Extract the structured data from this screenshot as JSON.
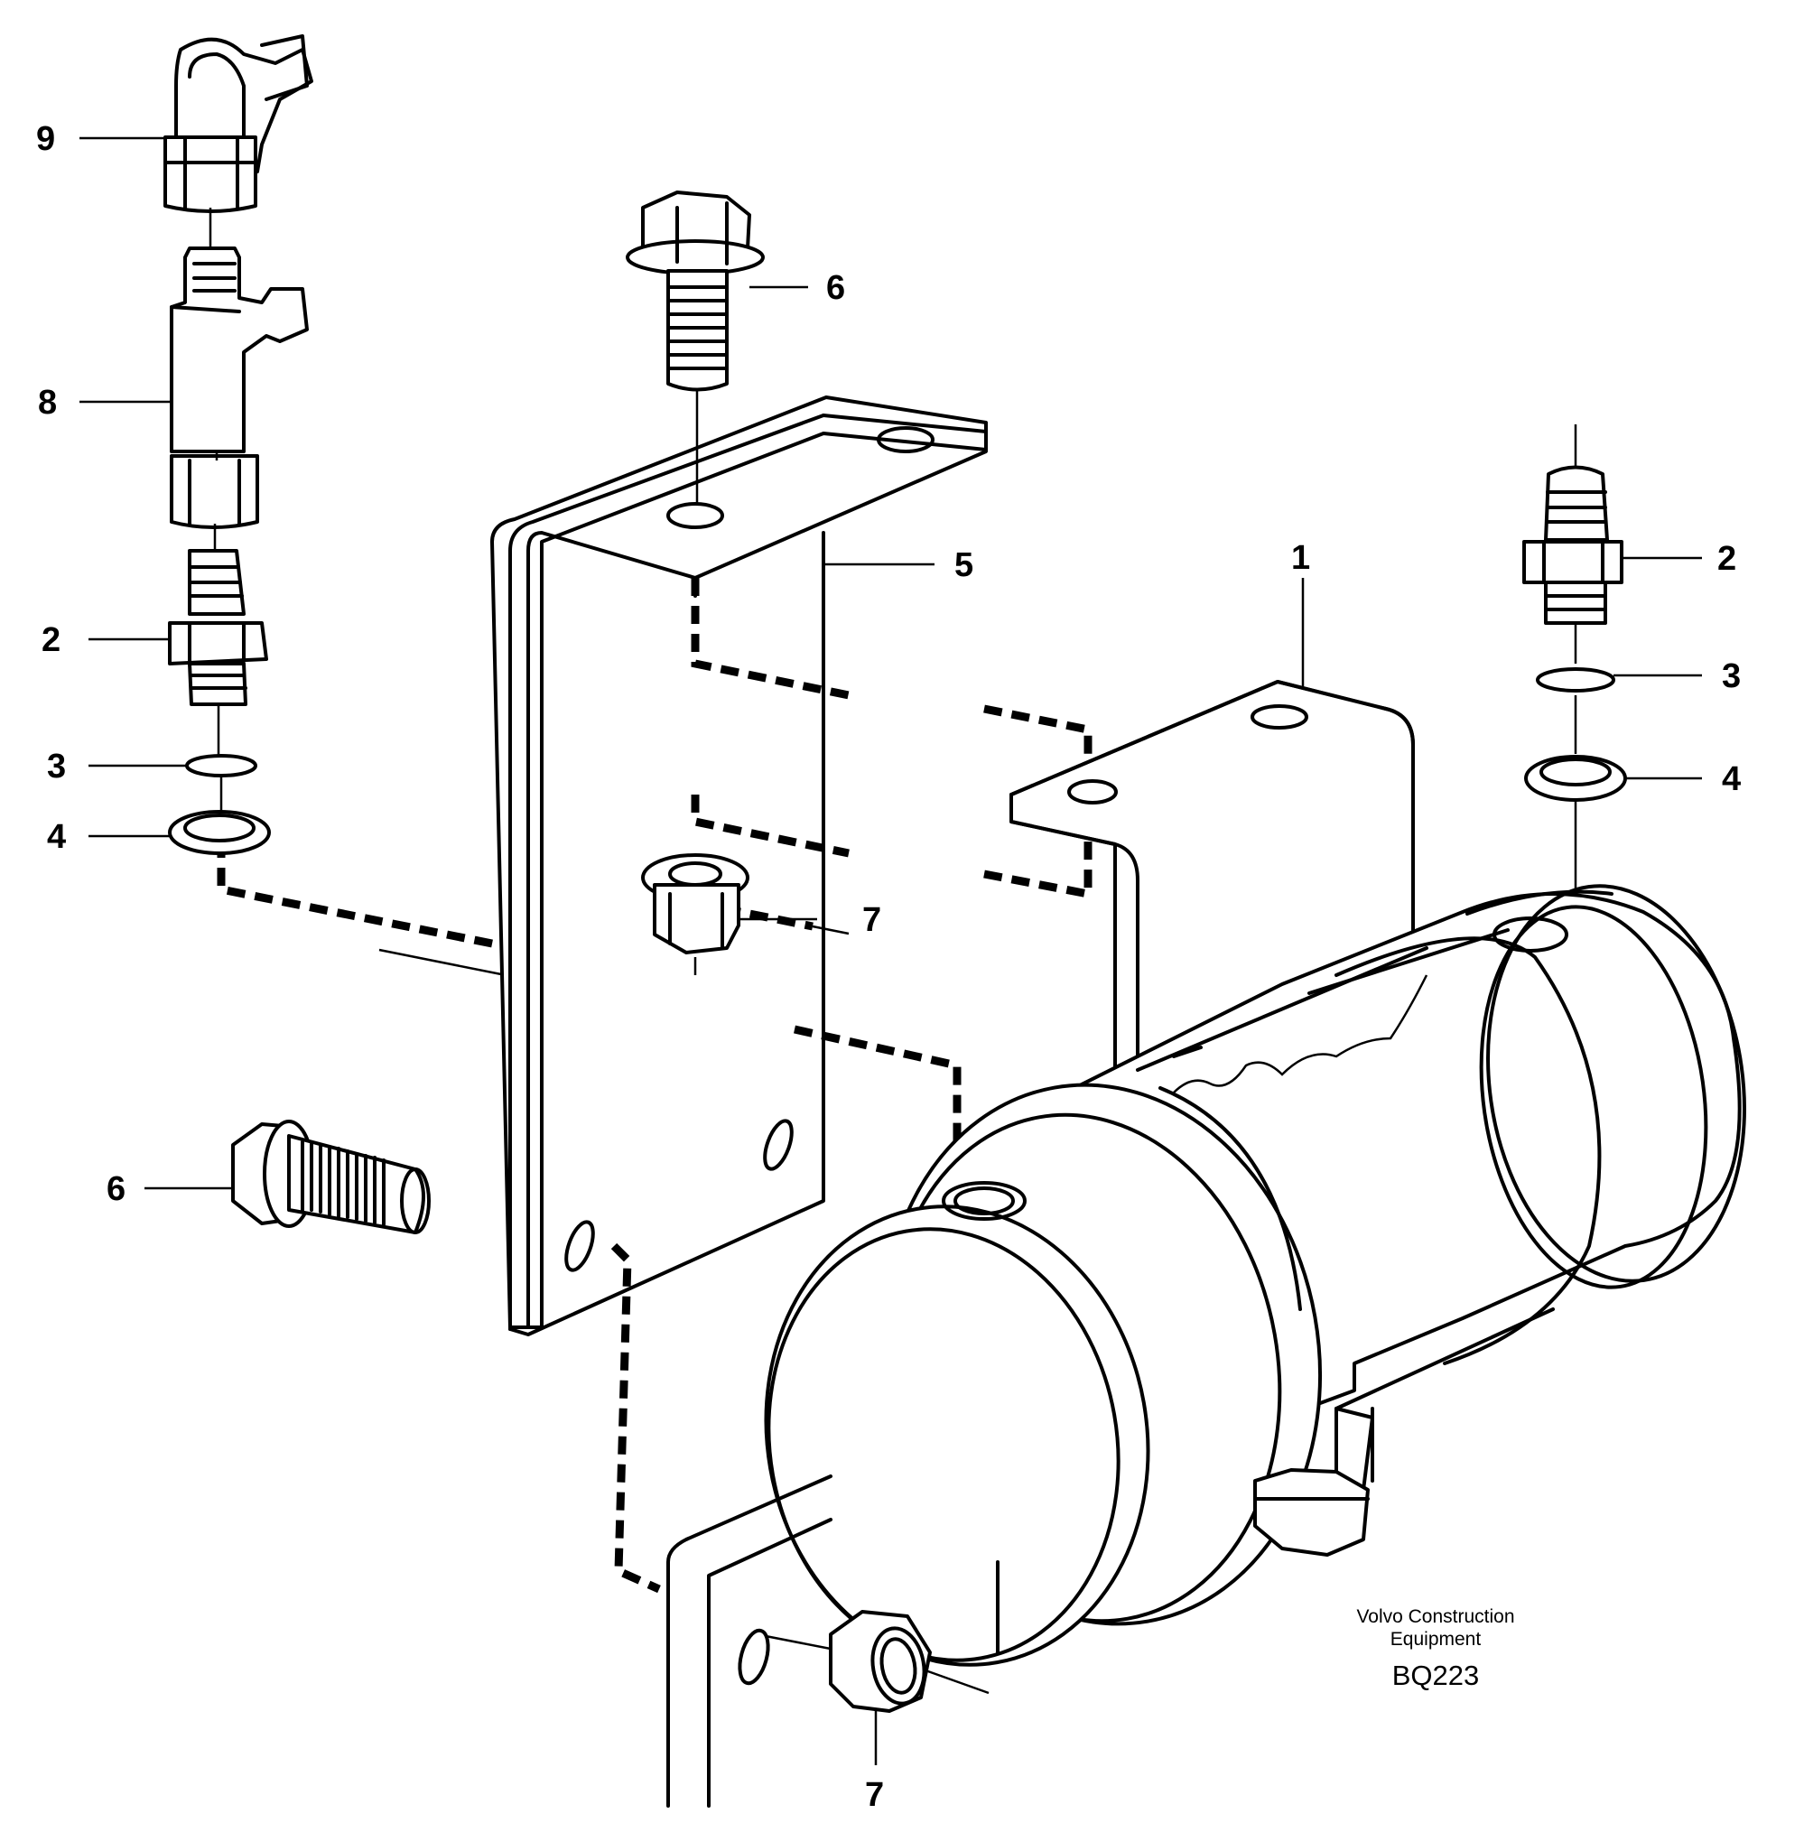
{
  "callouts": [
    {
      "id": "c9",
      "label": "9"
    },
    {
      "id": "c8",
      "label": "8"
    },
    {
      "id": "c2a",
      "label": "2"
    },
    {
      "id": "c3a",
      "label": "3"
    },
    {
      "id": "c4a",
      "label": "4"
    },
    {
      "id": "c6a",
      "label": "6"
    },
    {
      "id": "c5",
      "label": "5"
    },
    {
      "id": "c7a",
      "label": "7"
    },
    {
      "id": "c1",
      "label": "1"
    },
    {
      "id": "c2b",
      "label": "2"
    },
    {
      "id": "c3b",
      "label": "3"
    },
    {
      "id": "c4b",
      "label": "4"
    },
    {
      "id": "c6b",
      "label": "6"
    },
    {
      "id": "c7b",
      "label": "7"
    }
  ],
  "credit": {
    "line1": "Volvo Construction",
    "line2": "Equipment",
    "code": "BQ223"
  }
}
